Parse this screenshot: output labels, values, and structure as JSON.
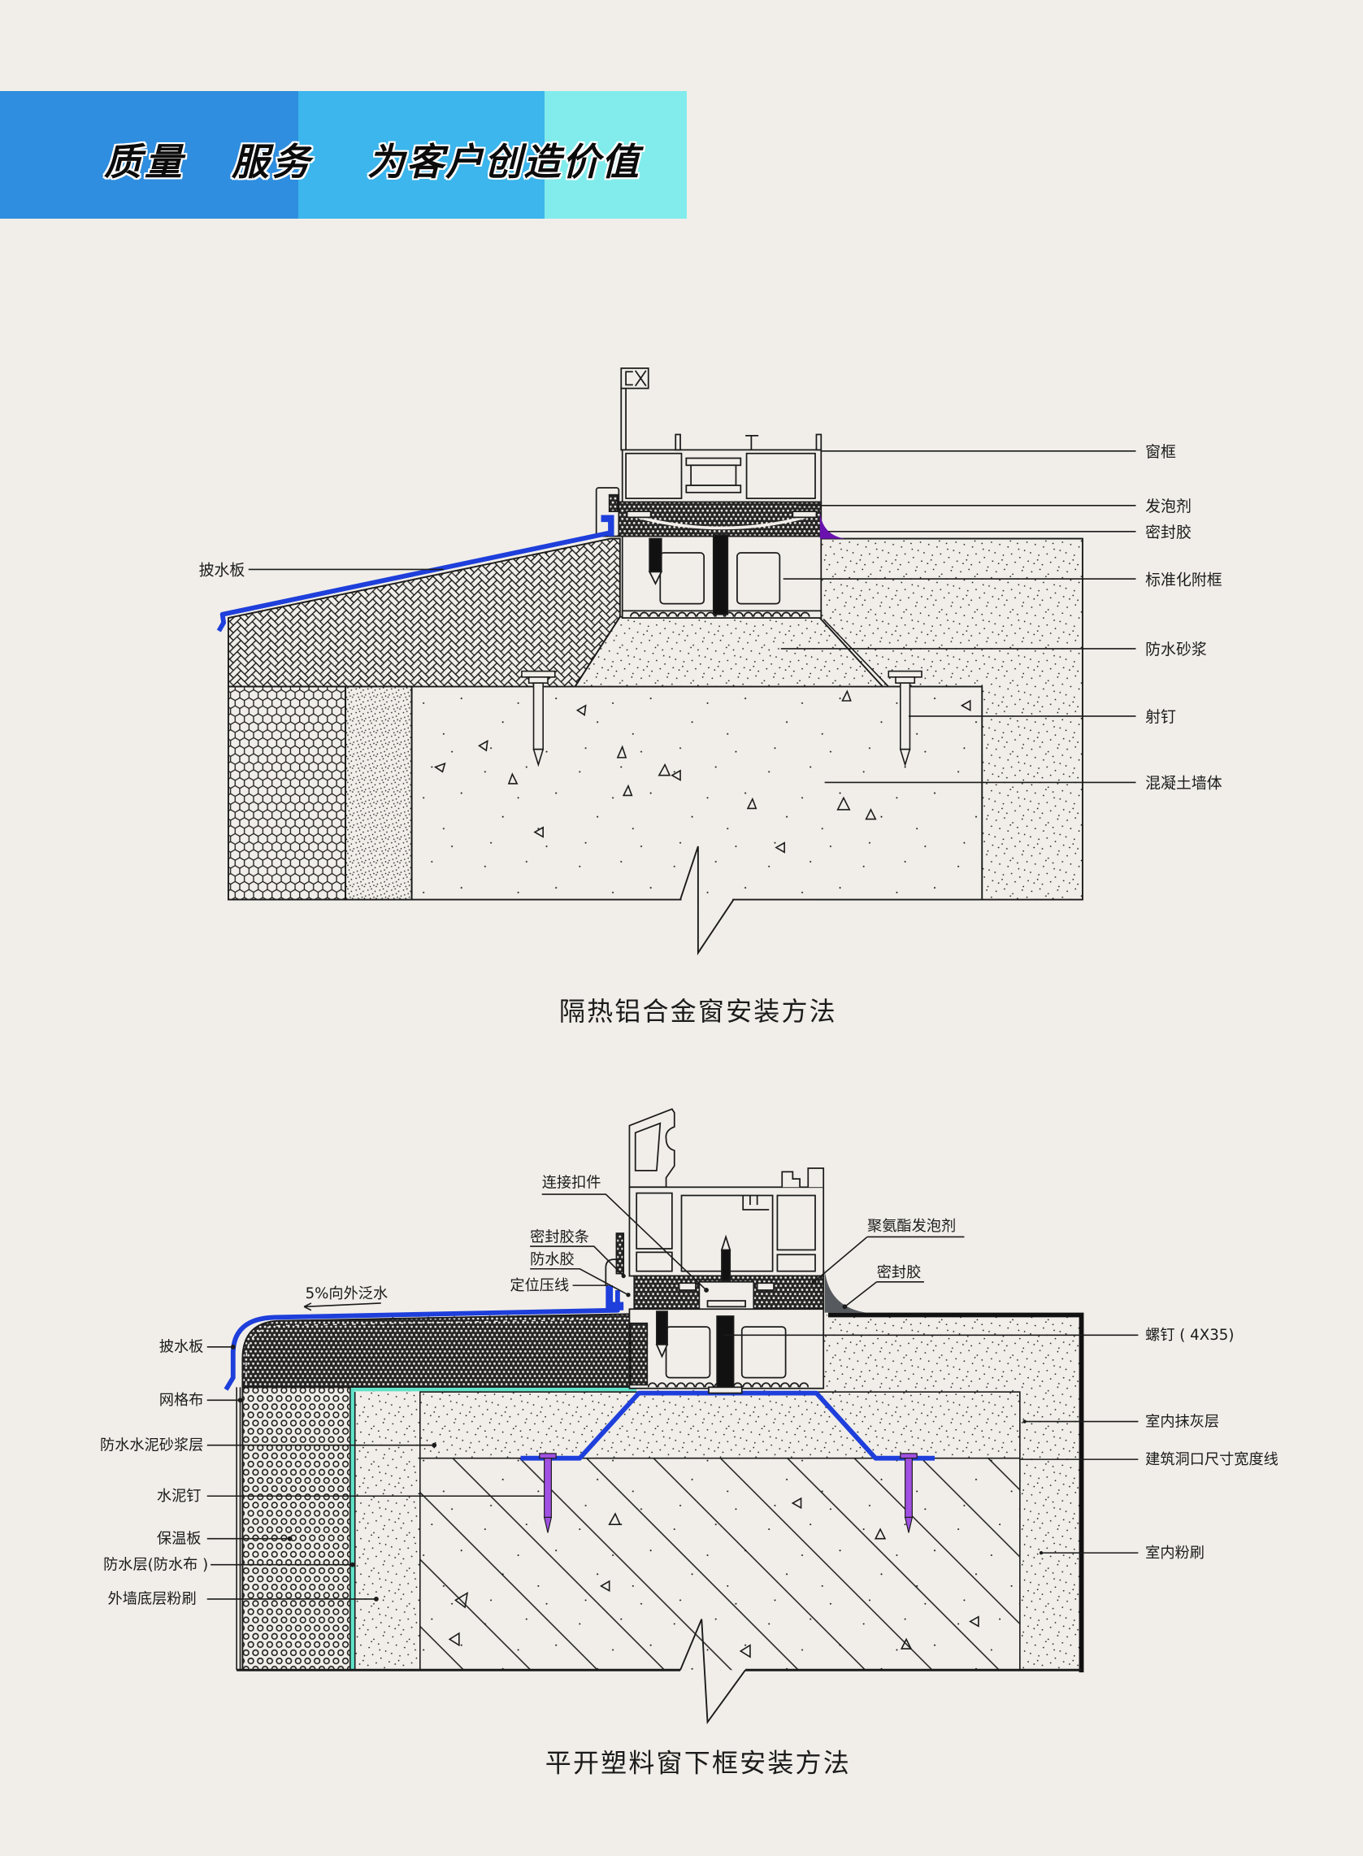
{
  "banner": {
    "slogan": {
      "part1": "质量",
      "part2": "服务",
      "part3": "为客户创造价值"
    },
    "colors": {
      "left": "#2F8EDF",
      "middle": "#3CB6EC",
      "right": "#82ECEC"
    }
  },
  "figure1": {
    "caption": "隔热铝合金窗安装方法",
    "labels": {
      "flashing": "披水板",
      "window_frame": "窗框",
      "foam": "发泡剂",
      "sealant": "密封胶",
      "sub_frame": "标准化附框",
      "waterproof_mortar": "防水砂浆",
      "nail": "射钉",
      "concrete_wall": "混凝土墙体"
    }
  },
  "figure2": {
    "caption": "平开塑料窗下框安装方法",
    "slope_note": "5%向外泛水",
    "labels": {
      "connector": "连接扣件",
      "seal_strip": "密封胶条",
      "waterproof_glue": "防水胶",
      "positioning_bead": "定位压线",
      "pu_foam": "聚氨酯发泡剂",
      "sealant": "密封胶",
      "flashing": "披水板",
      "mesh": "网格布",
      "mortar_layer": "防水水泥砂浆层",
      "cement_nail": "水泥钉",
      "insulation": "保温板",
      "waterproof_layer": "防水层(防水布 )",
      "exterior_base_plaster": "外墙底层粉刷",
      "screw": "螺钉 ( 4X35)",
      "interior_plaster_layer": "室内抹灰层",
      "opening_width_line": "建筑洞口尺寸宽度线",
      "interior_render": "室内粉刷"
    }
  },
  "colors": {
    "background": "#F1EEE9",
    "flashing_blue": "#1E3FDB",
    "sealant_purple": "#6A12B0",
    "waterproof_teal": "#5FE2C8",
    "nail_purple": "#A050E2",
    "sealant_gray": "#565A5E",
    "screw_black": "#111111"
  }
}
